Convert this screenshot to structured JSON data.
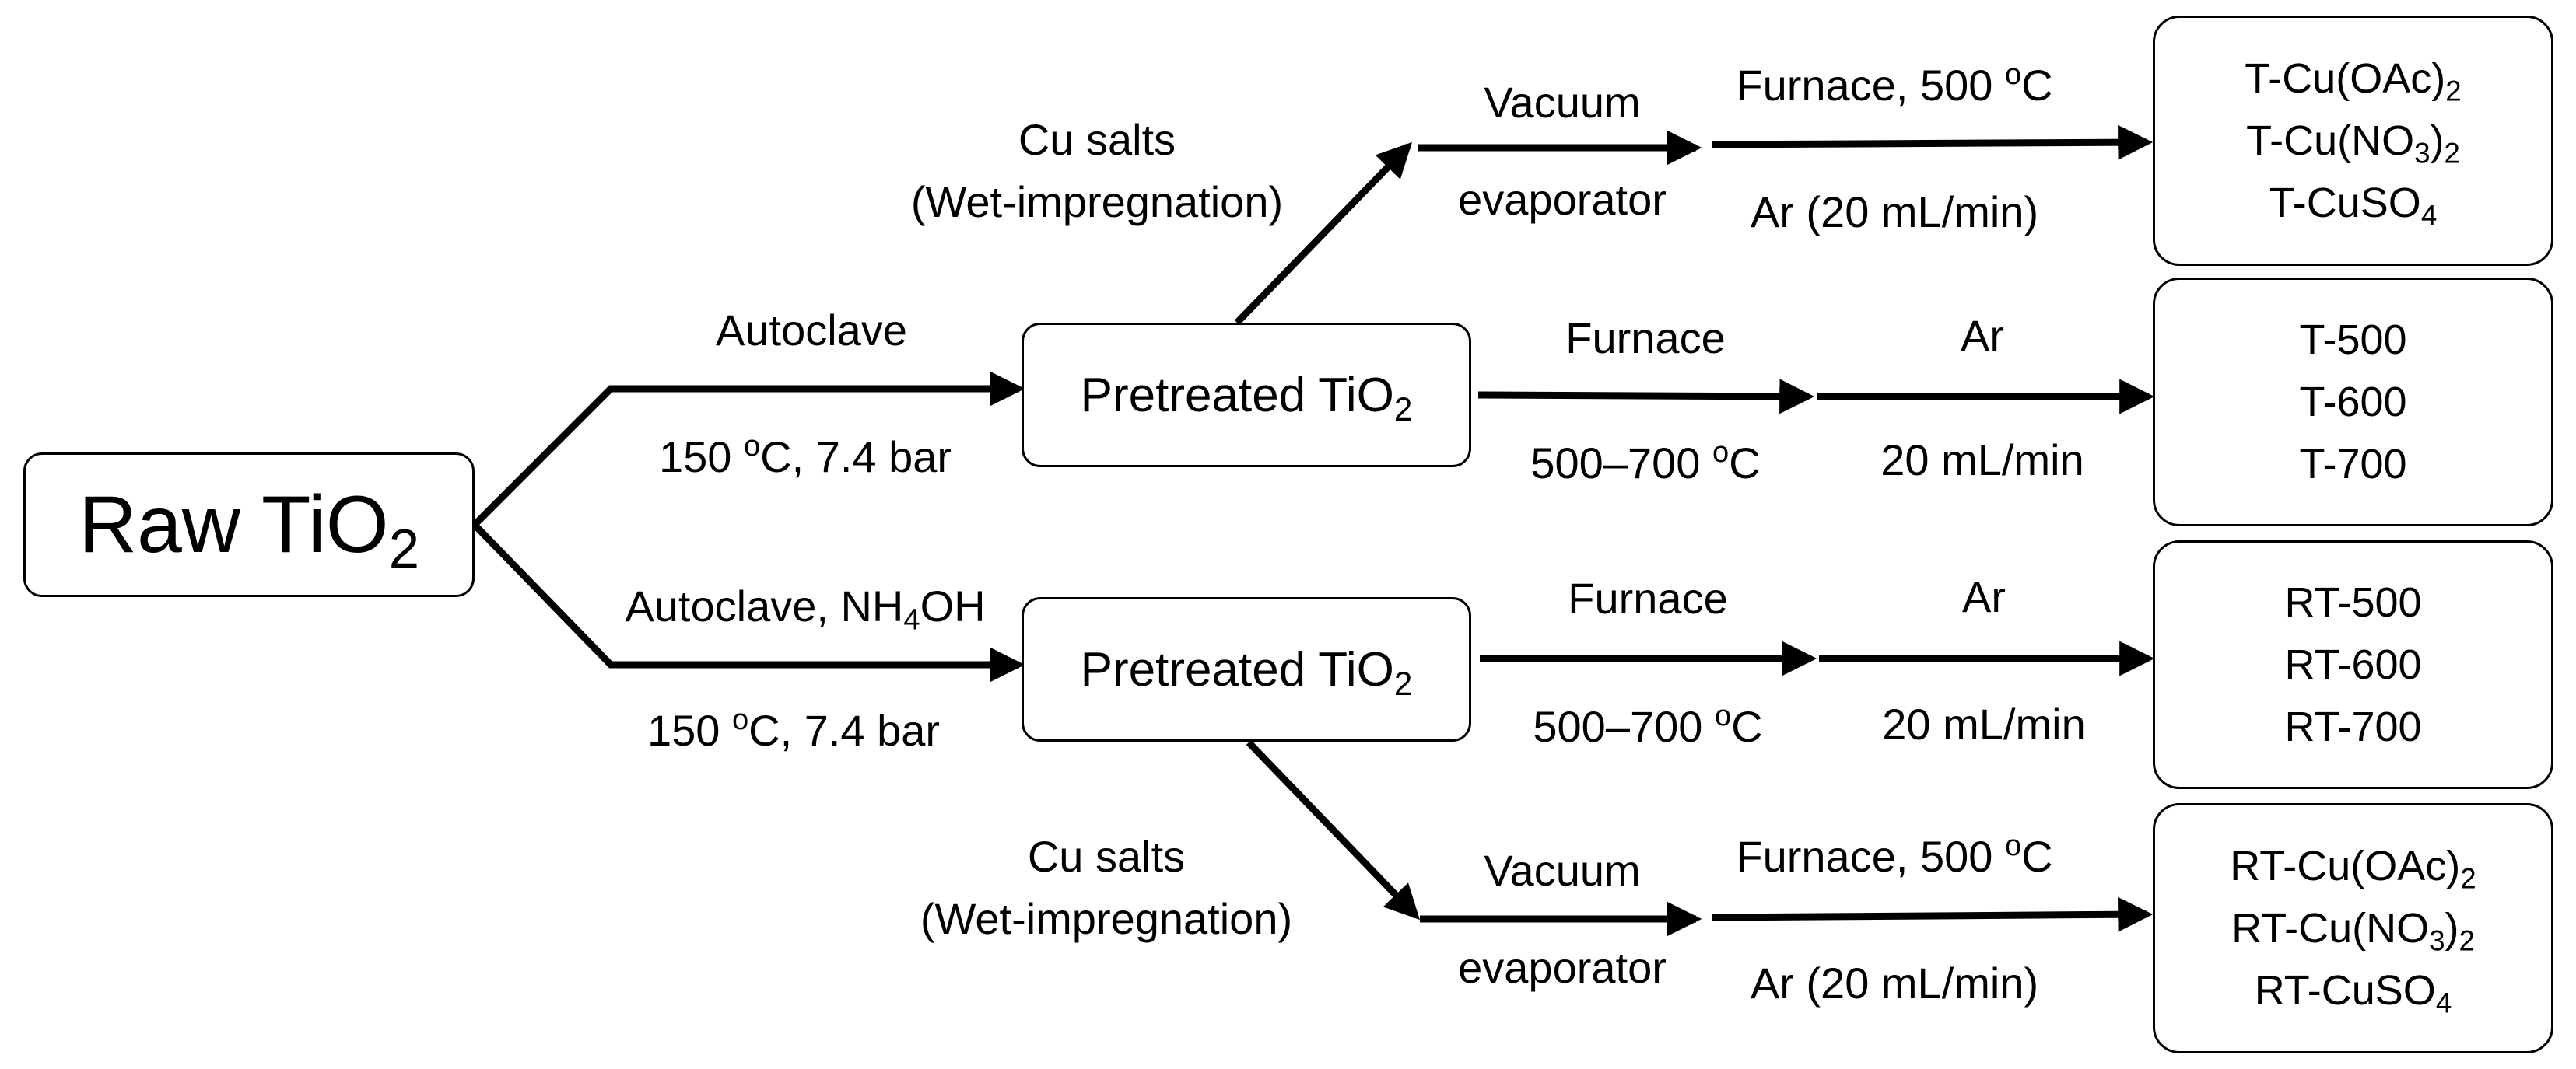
{
  "raw": {
    "label": "Raw TiO",
    "sub": "2"
  },
  "pretreated": {
    "label": "Pretreated TiO",
    "sub": "2"
  },
  "upper_branch": {
    "step": "Autoclave",
    "temp_num": "150",
    "temp_sup": "o",
    "temp_rest": "C, 7.4 bar"
  },
  "lower_branch": {
    "step_prefix": "Autoclave, NH",
    "step_sub": "4",
    "step_suffix": "OH",
    "temp_num": "150",
    "temp_sup": "o",
    "temp_rest": "C, 7.4 bar"
  },
  "impregnation": {
    "line1": "Cu salts",
    "line2": "(Wet-impregnation)"
  },
  "vacuum": {
    "line1": "Vacuum",
    "line2": "evaporator"
  },
  "furnace_500": {
    "prefix": "Furnace, 500 ",
    "sup": "o",
    "suffix": "C"
  },
  "ar_flow": "Ar (20 mL/min)",
  "furnace": "Furnace",
  "furnace_range": {
    "prefix": "500–700 ",
    "sup": "o",
    "suffix": "C"
  },
  "ar": "Ar",
  "flow": "20 mL/min",
  "outputs": {
    "t_cu": [
      {
        "main": "T-Cu(OAc)",
        "sub": "2",
        "tail": ""
      },
      {
        "main": "T-Cu(NO",
        "sub": "3",
        "tail": ")",
        "sub2": "2"
      },
      {
        "main": "T-CuSO",
        "sub": "4",
        "tail": ""
      }
    ],
    "t": [
      "T-500",
      "T-600",
      "T-700"
    ],
    "rt": [
      "RT-500",
      "RT-600",
      "RT-700"
    ],
    "rt_cu": [
      {
        "main": "RT-Cu(OAc)",
        "sub": "2",
        "tail": ""
      },
      {
        "main": "RT-Cu(NO",
        "sub": "3",
        "tail": ")",
        "sub2": "2"
      },
      {
        "main": "RT-CuSO",
        "sub": "4",
        "tail": ""
      }
    ]
  }
}
